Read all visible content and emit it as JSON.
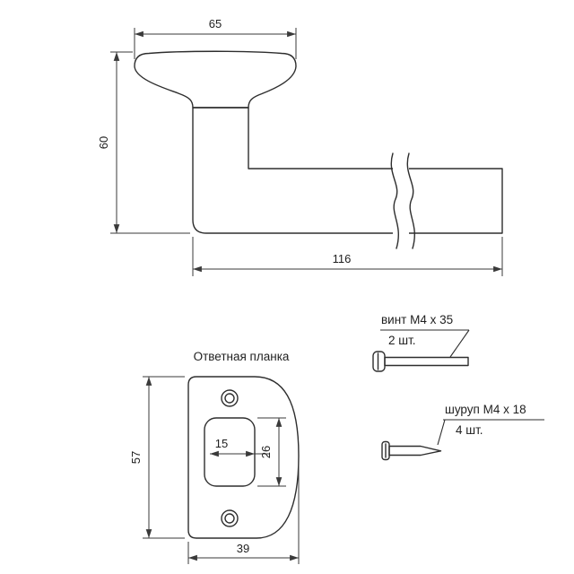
{
  "page": {
    "background": "#ffffff"
  },
  "colors": {
    "object_line": "#2e2e2e",
    "dimension_line": "#3a3a3a",
    "text": "#1f1f1f"
  },
  "handle": {
    "dim_width": "65",
    "dim_height": "60",
    "dim_length": "116"
  },
  "strike_plate": {
    "title": "Ответная планка",
    "dim_height": "57",
    "dim_width": "39",
    "dim_slot_width": "15",
    "dim_slot_height": "26"
  },
  "hardware": {
    "machine_screw": {
      "label": "винт M4 x 35",
      "qty": "2 шт."
    },
    "wood_screw": {
      "label": "шуруп M4 x 18",
      "qty": "4 шт."
    }
  }
}
